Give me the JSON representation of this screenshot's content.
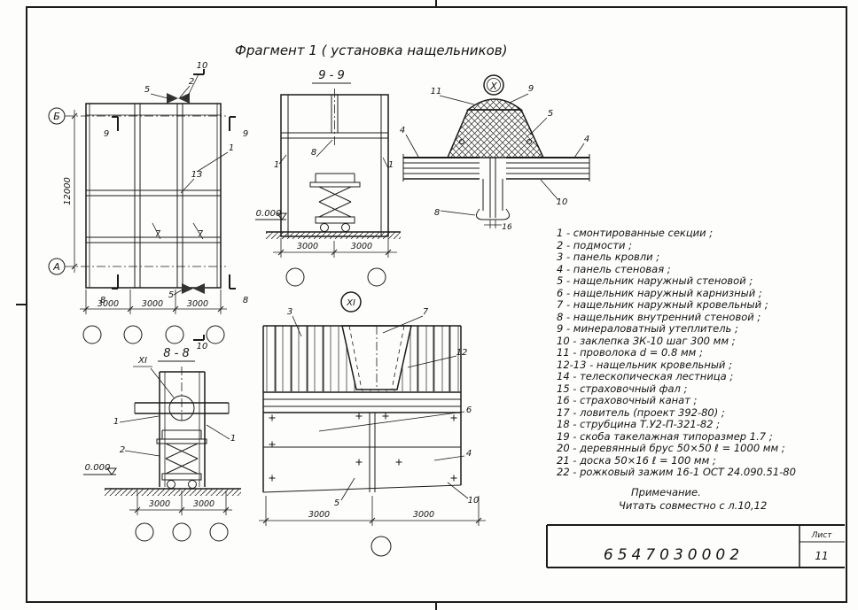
{
  "page": {
    "title": "Фрагмент 1 ( установка  нащельников)"
  },
  "views": {
    "section99_label": "9 - 9",
    "section88_label": "8 - 8",
    "detailX_label": "X",
    "detailXI_label": "XI"
  },
  "grid": {
    "row_b": "Б",
    "row_a": "А"
  },
  "dims": {
    "v12000": "12000",
    "d3000": "3000",
    "elev_zero": "0.000"
  },
  "callouts": {
    "c1": "1",
    "c2": "2",
    "c3": "3",
    "c4": "4",
    "c5": "5",
    "c6": "6",
    "c7": "7",
    "c8": "8",
    "c9": "9",
    "c10": "10",
    "c11": "11",
    "c12": "12",
    "c13": "13",
    "c16": "16"
  },
  "legend": {
    "items": [
      "1 - смонтированные секции ;",
      "2 - подмости ;",
      "3 - панель кровли ;",
      "4 - панель стеновая ;",
      "5 - нащельник наружный стеновой ;",
      "6 - нащельник наружный карнизный ;",
      "7 - нащельник наружный кровельный ;",
      "8 - нащельник внутренний стеновой ;",
      "9 - минераловатный утеплитель ;",
      "10 - заклепка ЗК-10 шаг 300 мм ;",
      "11 - проволока d = 0.8 мм ;",
      "12-13 - нащельник кровельный ;",
      "14 - телескопическая лестница ;",
      "15 - страховочный фал ;",
      "16 - страховочный канат ;",
      "17 - ловитель (проект 392-80) ;",
      "18 - струбцина Т.У2-П-321-82 ;",
      "19 - скоба такелажная типоразмер 1.7 ;",
      "20 - деревянный брус 50×50  ℓ = 1000 мм ;",
      "21 - доска 50×16  ℓ = 100 мм ;",
      "22 - рожковый зажим 16-1  ОСТ 24.090.51-80"
    ]
  },
  "note": {
    "title": "Примечание.",
    "body": "Читать совместно с л.10,12"
  },
  "title_block": {
    "doc_number": "6547030002",
    "sheet_label": "Лист",
    "sheet_number": "11"
  }
}
